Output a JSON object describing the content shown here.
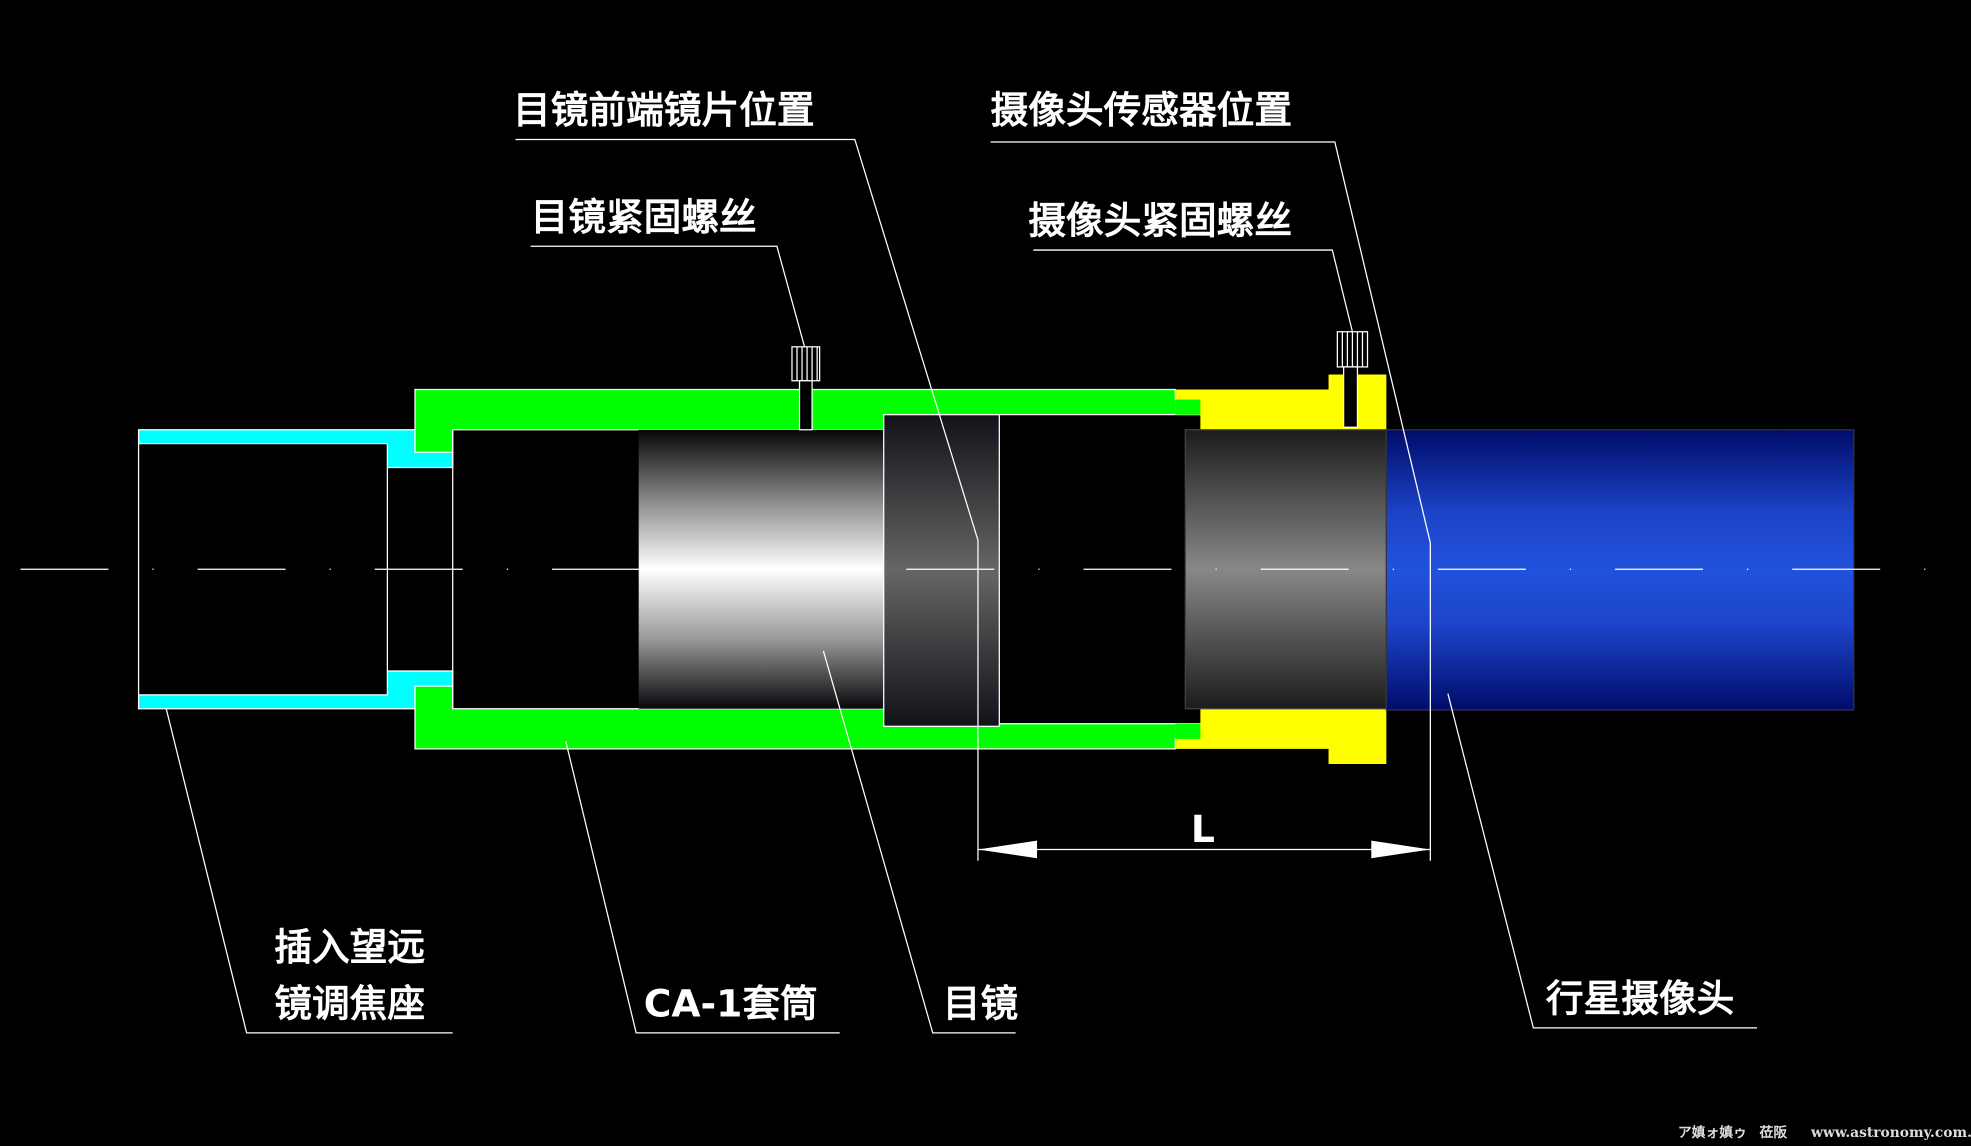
{
  "labels": {
    "eyepiece_front_lens_position": "目镜前端镜片位置",
    "camera_sensor_position": "摄像头传感器位置",
    "eyepiece_set_screw": "目镜紧固螺丝",
    "camera_set_screw": "摄像头紧固螺丝",
    "focuser_line1": "插入望远",
    "focuser_line2": "镜调焦座",
    "sleeve": "CA-1套筒",
    "eyepiece": "目镜",
    "planetary_camera": "行星摄像头",
    "dimension": "L"
  },
  "watermark": {
    "garbled": "ア嫃ォ嫃ゥ",
    "mid": "莅阪",
    "site": "www.astronomy.com.cn"
  },
  "colors": {
    "focuser": "#00ffff",
    "sleeve": "#00ff00",
    "camera_adapter": "#ffff00",
    "camera_body": "#1e4fd6"
  }
}
